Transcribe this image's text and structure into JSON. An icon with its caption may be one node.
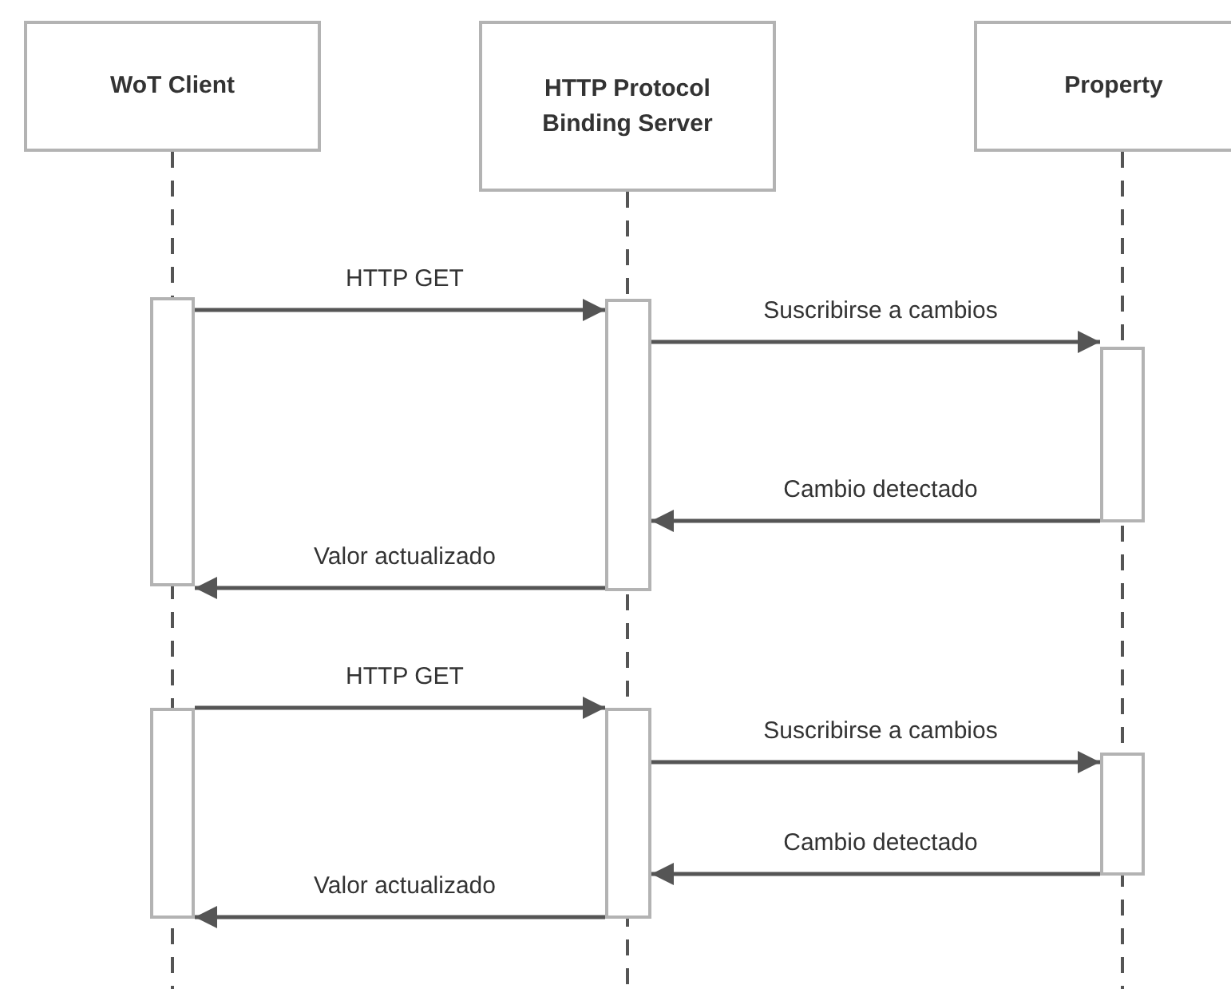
{
  "diagram": {
    "nodes": [
      {
        "text": [
          "WoT Client"
        ]
      },
      {
        "text": [
          "HTTP Protocol Binding Server"
        ]
      },
      {
        "text": [
          "Property"
        ]
      },
      {
        "text": [],
        "shape": "bar"
      },
      {
        "text": [],
        "shape": "bar"
      },
      {
        "text": [],
        "shape": "bar"
      },
      {
        "text": [],
        "shape": "bar"
      },
      {
        "text": [],
        "shape": "bar"
      },
      {
        "text": [],
        "shape": "bar"
      }
    ],
    "edges": [
      {
        "from": 3,
        "to": 4,
        "arrow": "to",
        "label": "HTTP GET"
      },
      {
        "from": 4,
        "to": 5,
        "arrow": "to",
        "label": "Suscribirse a cambios"
      },
      {
        "from": 5,
        "to": 4,
        "arrow": "to",
        "label": "Cambio detectado"
      },
      {
        "from": 4,
        "to": 3,
        "arrow": "to",
        "label": "Valor actualizado"
      },
      {
        "from": 6,
        "to": 7,
        "arrow": "to",
        "label": "HTTP GET"
      },
      {
        "from": 7,
        "to": 8,
        "arrow": "to",
        "label": "Suscribirse a cambios"
      },
      {
        "from": 8,
        "to": 7,
        "arrow": "to",
        "label": "Cambio detectado"
      },
      {
        "from": 7,
        "to": 6,
        "arrow": "to",
        "label": "Valor actualizado"
      }
    ]
  }
}
